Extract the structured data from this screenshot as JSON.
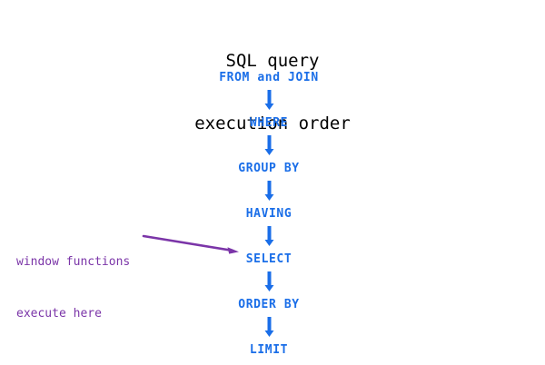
{
  "title": {
    "line1": "SQL query",
    "line2": "execution order"
  },
  "colors": {
    "background": "#ffffff",
    "title_text": "#000000",
    "step_text": "#1a6ee8",
    "arrow": "#1a6ee8",
    "annotation": "#7b35a8"
  },
  "flow": {
    "arrow_icon": "down-arrow-icon",
    "steps": [
      {
        "label": "FROM and JOIN"
      },
      {
        "label": "WHERE"
      },
      {
        "label": "GROUP BY"
      },
      {
        "label": "HAVING"
      },
      {
        "label": "SELECT"
      },
      {
        "label": "ORDER BY"
      },
      {
        "label": "LIMIT"
      }
    ]
  },
  "annotation": {
    "line1": "window functions",
    "line2": "execute here",
    "target_step": "SELECT",
    "arrow_icon": "pointer-arrow-icon"
  }
}
